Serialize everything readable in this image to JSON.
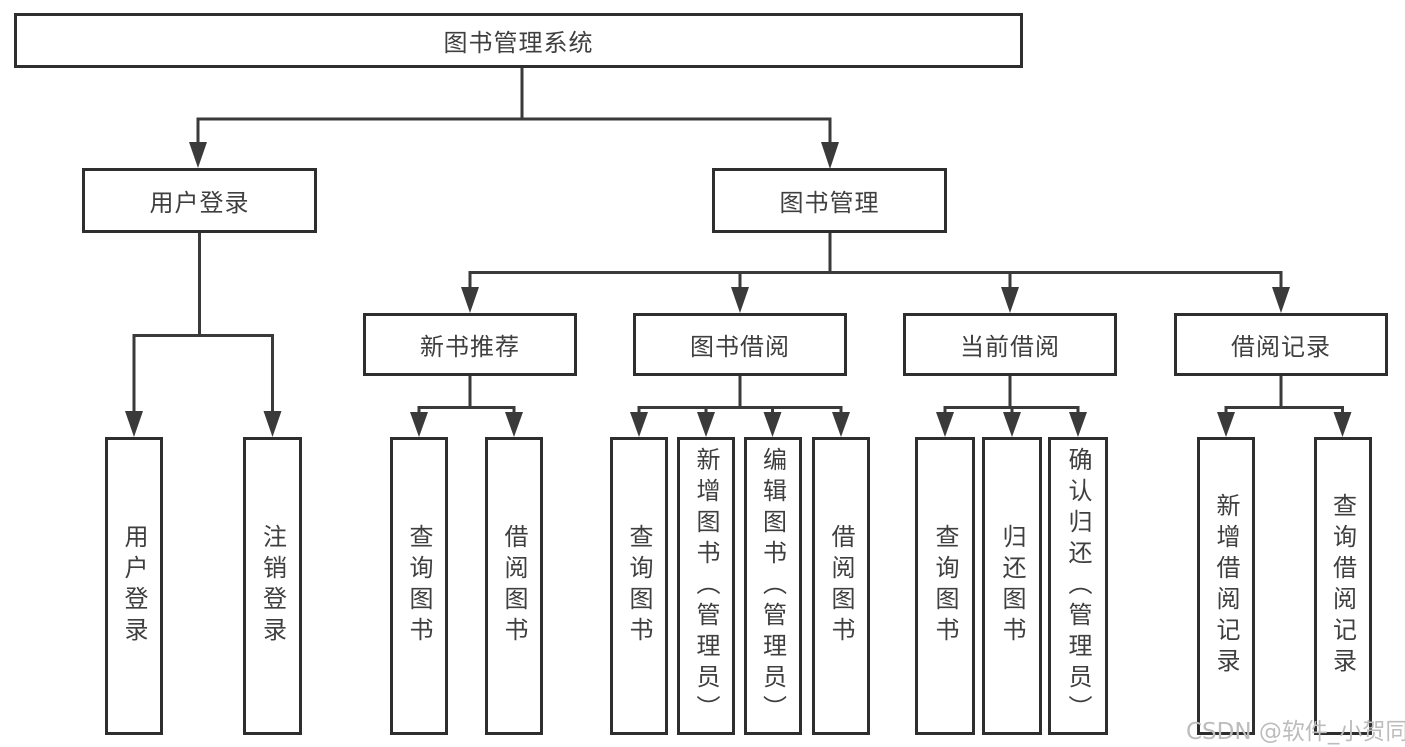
{
  "diagram_type": "hierarchy-structure-chart",
  "tree": {
    "label": "图书管理系统",
    "children": [
      {
        "label": "用户登录",
        "children": [
          {
            "label": "用户登录"
          },
          {
            "label": "注销登录"
          }
        ]
      },
      {
        "label": "图书管理",
        "children": [
          {
            "label": "新书推荐",
            "children": [
              {
                "label": "查询图书"
              },
              {
                "label": "借阅图书"
              }
            ]
          },
          {
            "label": "图书借阅",
            "children": [
              {
                "label": "查询图书"
              },
              {
                "label": "新增图书（管理员）"
              },
              {
                "label": "编辑图书（管理员）"
              },
              {
                "label": "借阅图书"
              }
            ]
          },
          {
            "label": "当前借阅",
            "children": [
              {
                "label": "查询图书"
              },
              {
                "label": "归还图书"
              },
              {
                "label": "确认归还（管理员）"
              }
            ]
          },
          {
            "label": "借阅记录",
            "children": [
              {
                "label": "新增借阅记录"
              },
              {
                "label": "查询借阅记录"
              }
            ]
          }
        ]
      }
    ]
  },
  "watermark": {
    "text": "CSDN @软件_小贺同学"
  },
  "colors": {
    "line": "#3a3a3a",
    "box_border": "#2e2e2e",
    "text": "#3f3f3f",
    "watermark": "#bdbdbd",
    "background": "#ffffff"
  }
}
